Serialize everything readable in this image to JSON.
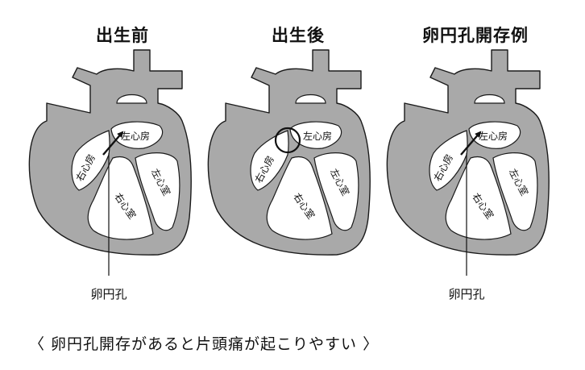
{
  "panels": [
    {
      "title": "出生前",
      "chambers": {
        "right_atrium": "右心房",
        "left_atrium": "左心房",
        "right_ventricle": "右心室",
        "left_ventricle": "左心室"
      },
      "callout": "卵円孔"
    },
    {
      "title": "出生後",
      "chambers": {
        "right_atrium": "右心房",
        "left_atrium": "左心房",
        "right_ventricle": "右心室",
        "left_ventricle": "左心室"
      }
    },
    {
      "title": "卵円孔開存例",
      "chambers": {
        "right_atrium": "右心房",
        "left_atrium": "左心房",
        "right_ventricle": "右心室",
        "left_ventricle": "左心室"
      },
      "callout": "卵円孔"
    }
  ],
  "caption": "〈 卵円孔開存があると片頭痛が起こりやすい 〉",
  "colors": {
    "wall": "#a9a9a9",
    "outline": "#1a1a1a",
    "chamber": "#ffffff",
    "background": "#ffffff"
  }
}
